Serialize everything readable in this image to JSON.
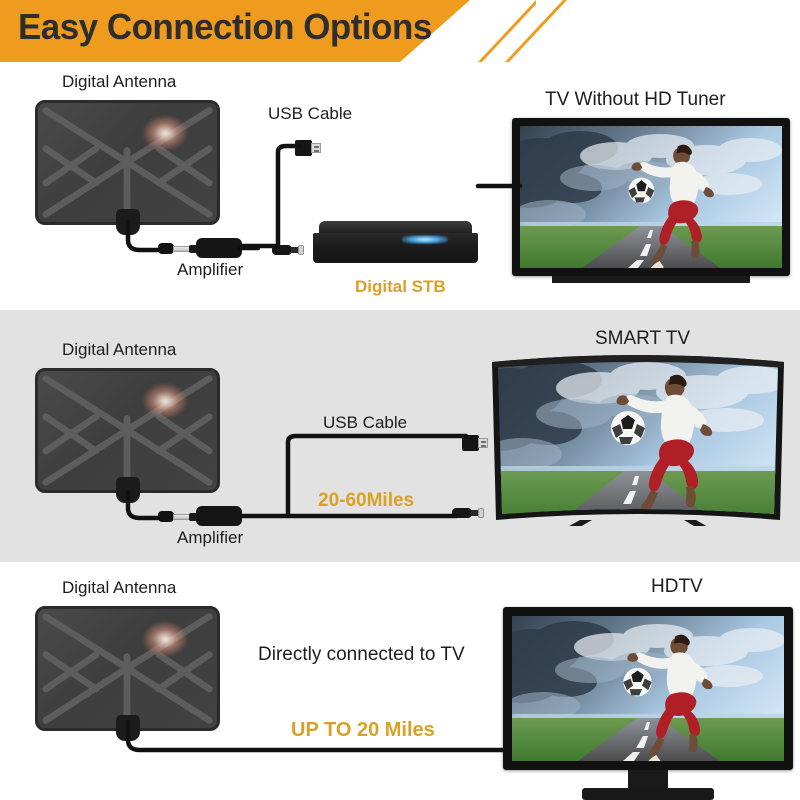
{
  "header": {
    "title": "Easy Connection Options",
    "bg_color": "#ef9b1e",
    "text_color": "#2e2e2e"
  },
  "colors": {
    "accent_orange": "#ef9b1e",
    "accent_gold": "#d9a227",
    "label_dark": "#1d1d1d",
    "panel_gray": "#e2e2e2",
    "panel_white": "#ffffff"
  },
  "panels": [
    {
      "id": "panel-stb",
      "background": "#ffffff",
      "antenna_label": "Digital Antenna",
      "amplifier_label": "Amplifier",
      "usb_label": "USB Cable",
      "device_label": "Digital STB",
      "device_label_color": "#d9a227",
      "tv_label": "TV Without HD Tuner",
      "tv_type": "flat-tv-with-feet"
    },
    {
      "id": "panel-smart-tv",
      "background": "#e2e2e2",
      "antenna_label": "Digital Antenna",
      "amplifier_label": "Amplifier",
      "usb_label": "USB Cable",
      "range_label": "20-60Miles",
      "range_label_color": "#d9a227",
      "tv_label": "SMART TV",
      "tv_type": "curved-smart-tv"
    },
    {
      "id": "panel-hdtv",
      "background": "#ffffff",
      "antenna_label": "Digital Antenna",
      "connection_note": "Directly connected to TV",
      "range_label": "UP TO 20 Miles",
      "range_label_color": "#d9a227",
      "tv_label": "HDTV",
      "tv_type": "flat-tv-pedestal"
    }
  ],
  "screen_image": {
    "description": "soccer player kicking ball over road with dramatic clouds",
    "sky_top": "#2b3a4a",
    "sky_light": "#bcd8ef",
    "grass": "#4f8a3a",
    "road": "#5c5c5c",
    "jersey": "#efefef",
    "shorts": "#b01f25"
  }
}
